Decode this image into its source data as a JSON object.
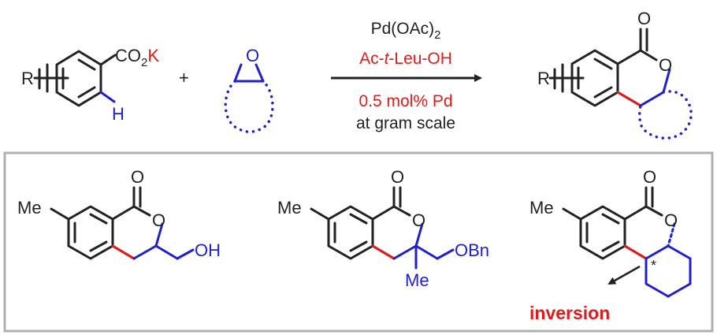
{
  "reaction": {
    "reactant1": {
      "r_label": "R",
      "carboxylate_co": "CO",
      "carboxylate_sub": "2",
      "counterion": "K",
      "hydrogen": "H"
    },
    "plus": "+",
    "epoxide_oxygen": "O",
    "conditions": {
      "catalyst_base": "Pd(OAc)",
      "catalyst_sub": "2",
      "ligand_prefix": "Ac-",
      "ligand_italic": "t",
      "ligand_suffix": "-Leu-OH",
      "loading": "0.5 mol% Pd",
      "scale": "at gram scale"
    },
    "product": {
      "r_label": "R",
      "carbonyl_o": "O",
      "ring_o": "O"
    }
  },
  "examples": [
    {
      "methyl": "Me",
      "carbonyl_o": "O",
      "ring_o": "O",
      "side_chain": "OH"
    },
    {
      "methyl": "Me",
      "carbonyl_o": "O",
      "ring_o": "O",
      "side_chain": "OBn",
      "quaternary_methyl": "Me"
    },
    {
      "methyl": "Me",
      "carbonyl_o": "O",
      "ring_o": "O",
      "stereocenter": "*",
      "note": "inversion"
    }
  ],
  "colors": {
    "bond": "#222222",
    "new_bond": "#e01b1b",
    "epoxide_fragment": "#1f1fd1",
    "frame": "#b0b0b0"
  }
}
